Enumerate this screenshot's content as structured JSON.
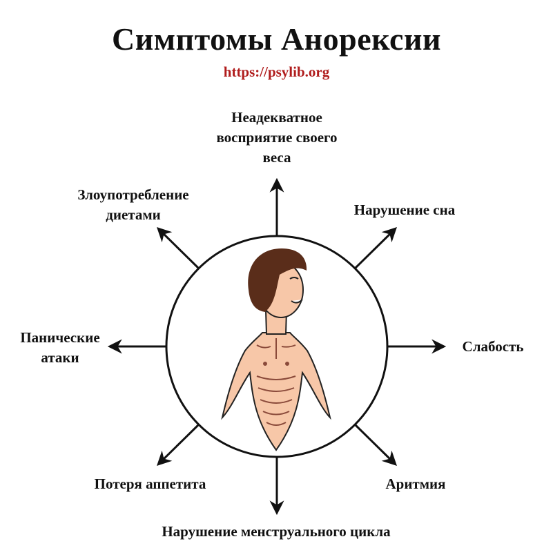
{
  "title": "Симптомы Анорексии",
  "source_url": "https://psylib.org",
  "symptoms": {
    "top": "Неадекватное\nвосприятие своего\nвеса",
    "top_right": "Нарушение сна",
    "right": "Слабость",
    "bottom_right": "Аритмия",
    "bottom": "Нарушение менструального цикла",
    "bottom_left": "Потеря аппетита",
    "left": "Панические\nатаки",
    "top_left": "Злоупотребление\nдиетами"
  },
  "colors": {
    "url": "#b01c1c",
    "skin": "#f7c7a8",
    "hair": "#5a2d1a",
    "outline": "#111111"
  },
  "icons": [
    "figure-illustration",
    "arrow-icon"
  ]
}
